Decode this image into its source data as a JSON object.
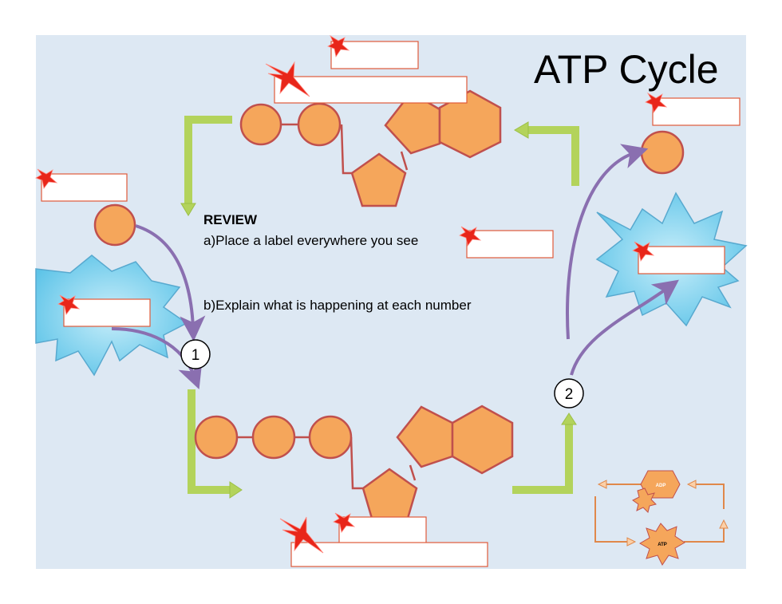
{
  "title": "ATP Cycle",
  "review": {
    "heading": "REVIEW",
    "instruction_a": "a)Place a label everywhere you see",
    "instruction_b": "b)Explain what is happening at each number"
  },
  "step_numbers": [
    "1",
    "2"
  ],
  "mini_diagram": {
    "top_label": "ADP",
    "bottom_label": "ATP"
  },
  "colors": {
    "background": "#dde8f3",
    "molecule_fill": "#f5a65b",
    "molecule_stroke": "#c0504d",
    "arrow_green": "#b3d35b",
    "arrow_purple": "#8a6fb0",
    "burst_fill": "#7fd0ec",
    "star_marker": "#e8261a"
  }
}
